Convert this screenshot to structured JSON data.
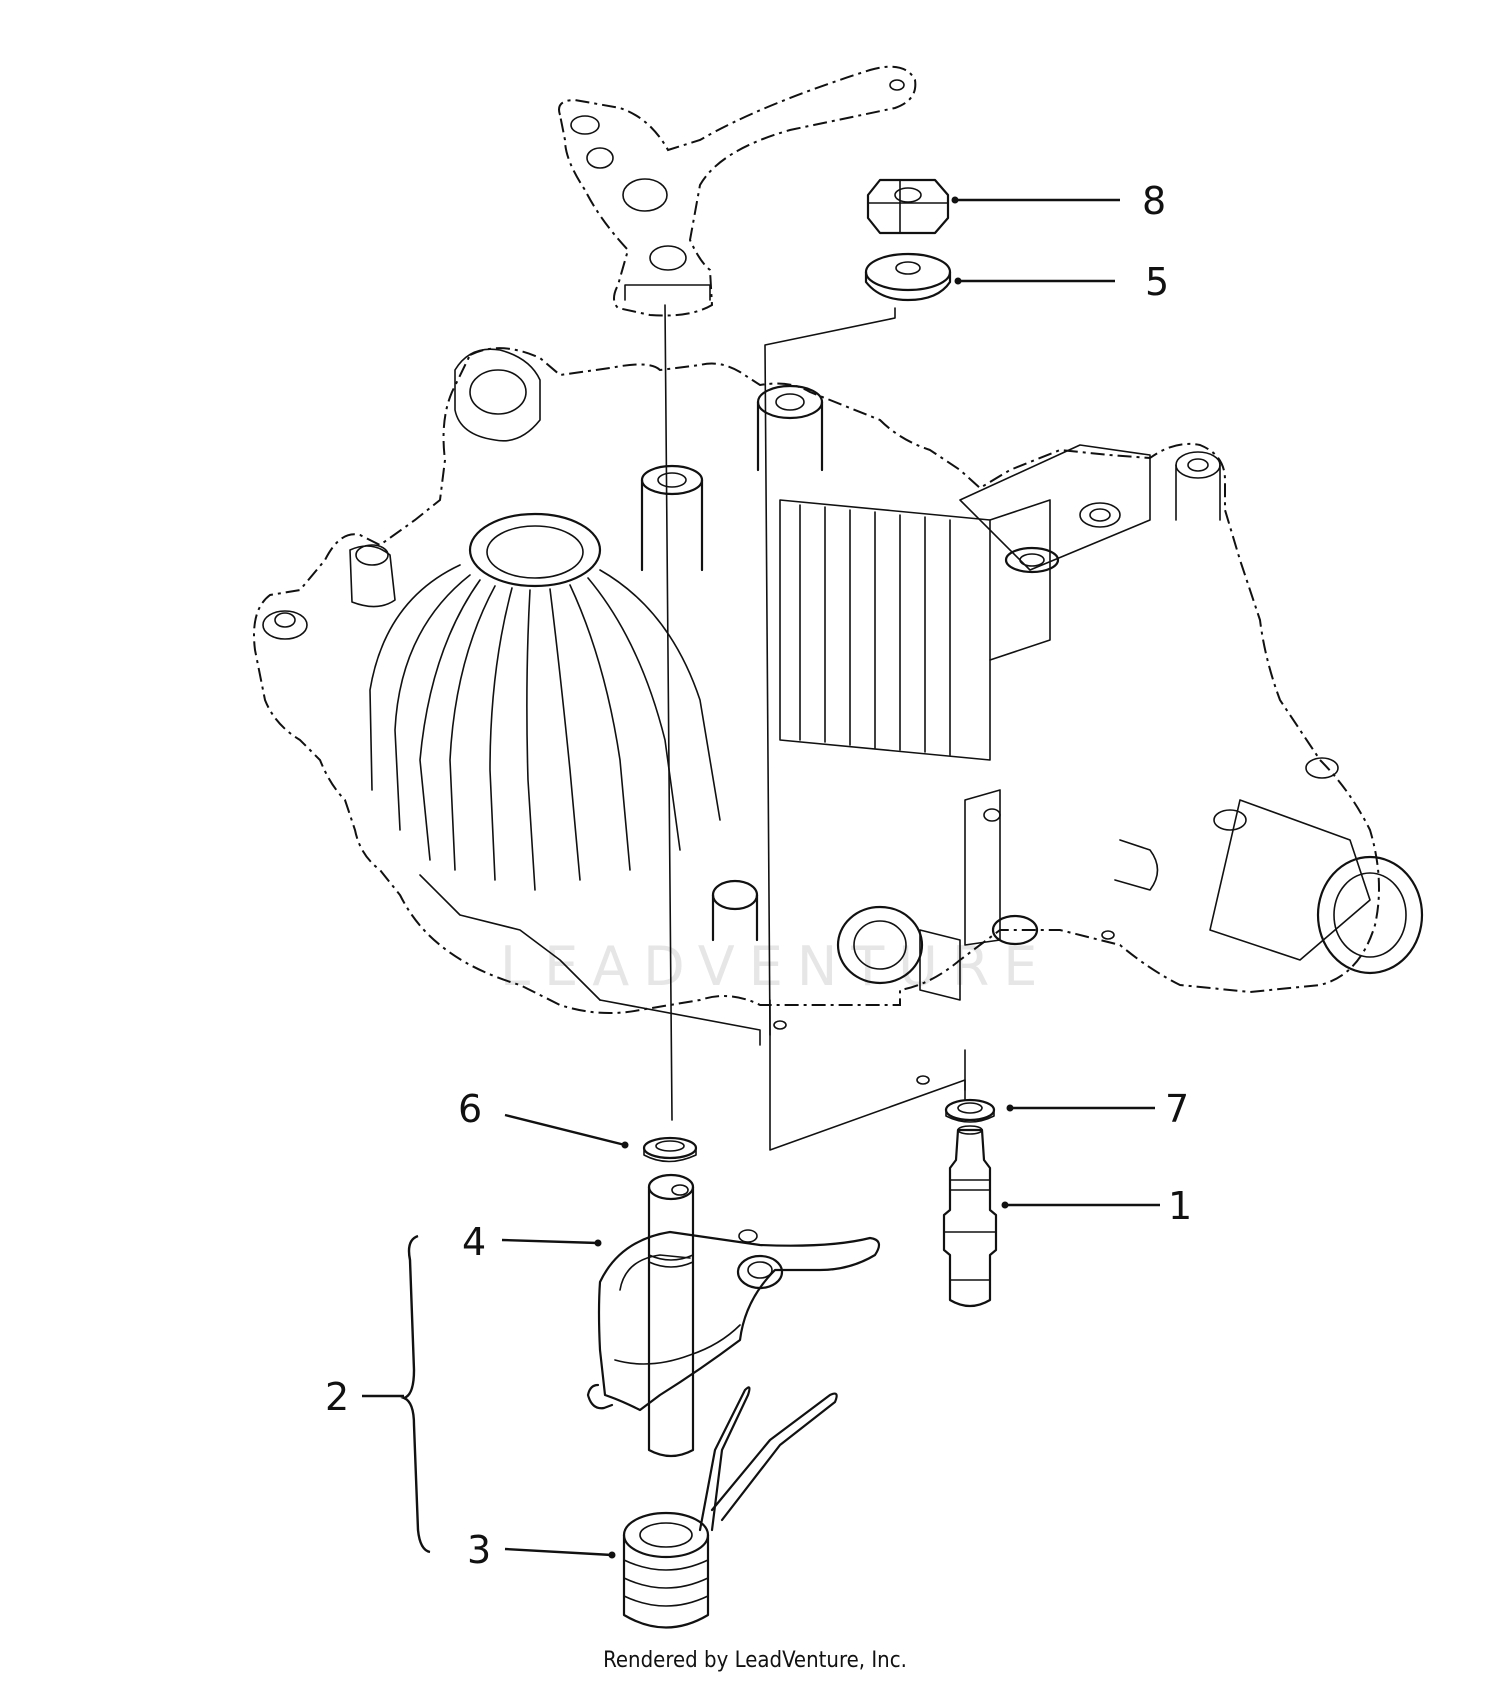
{
  "callouts": {
    "c1": "1",
    "c2": "2",
    "c3": "3",
    "c4": "4",
    "c5": "5",
    "c6": "6",
    "c7": "7",
    "c8": "8"
  },
  "watermark": "LEADVENTURE",
  "footer": {
    "credit": "Rendered by LeadVenture, Inc."
  }
}
